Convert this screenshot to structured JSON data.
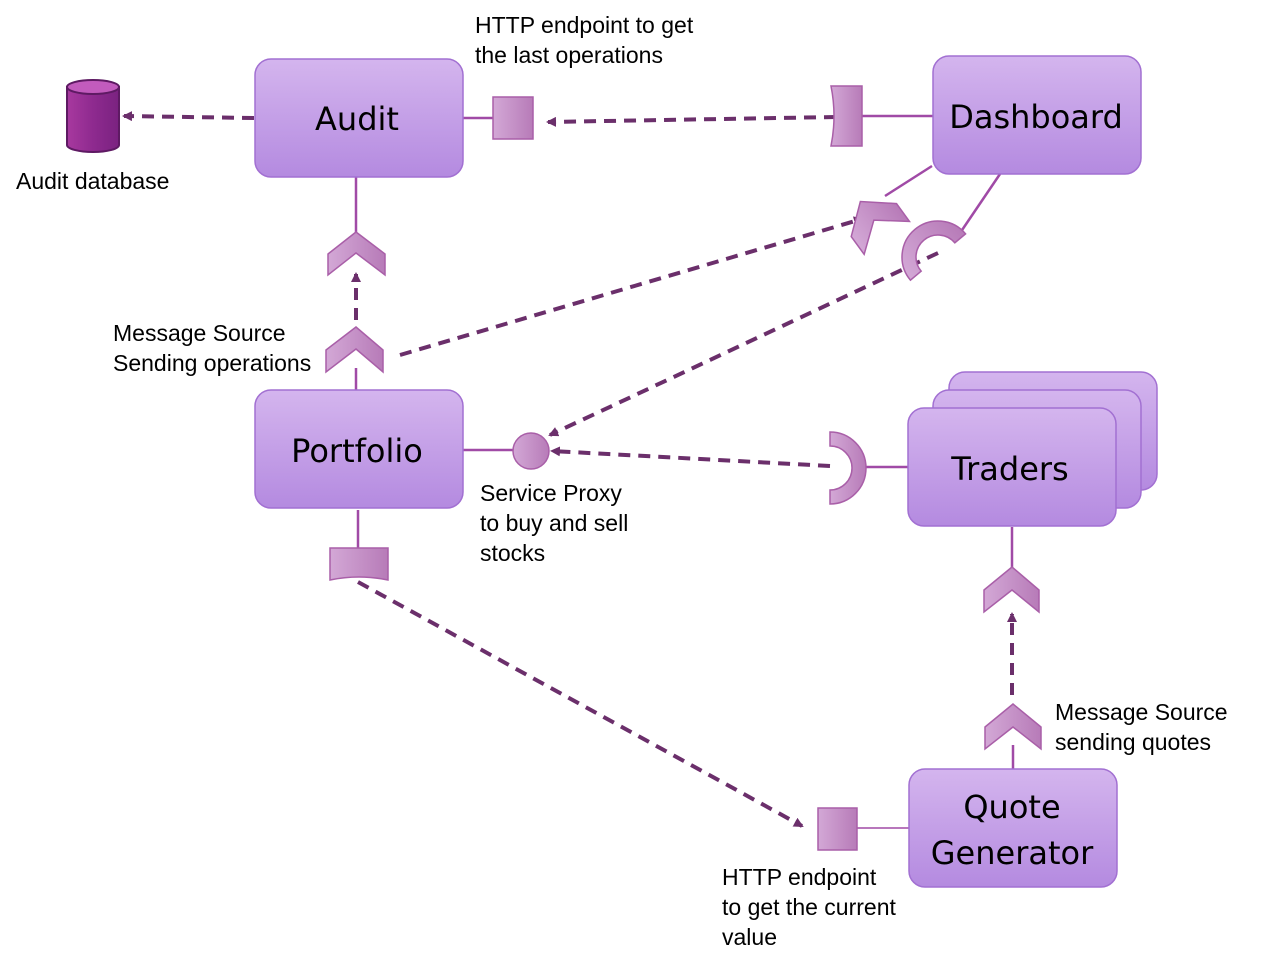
{
  "colors": {
    "box_top": "#d4b5ee",
    "box_bottom": "#b48ae0",
    "box_stroke": "#a270d2",
    "connector_fill": "#c08ac4",
    "connector_dark": "#a95fa8",
    "line": "#a04aa6",
    "arrow": "#6b2f6b",
    "database": "#8b2a8f"
  },
  "nodes": {
    "audit": "Audit",
    "dashboard": "Dashboard",
    "portfolio": "Portfolio",
    "traders": "Traders",
    "quote_line1": "Quote",
    "quote_line2": "Generator"
  },
  "captions": {
    "audit_db": "Audit database",
    "http_last_1": "HTTP endpoint to get",
    "http_last_2": "the last operations",
    "msg_ops_1": "Message Source",
    "msg_ops_2": "Sending operations",
    "proxy_1": "Service Proxy",
    "proxy_2": "to buy and sell",
    "proxy_3": "stocks",
    "msg_quotes_1": "Message Source",
    "msg_quotes_2": "sending quotes",
    "http_value_1": "HTTP endpoint",
    "http_value_2": "to get the current",
    "http_value_3": "value"
  }
}
